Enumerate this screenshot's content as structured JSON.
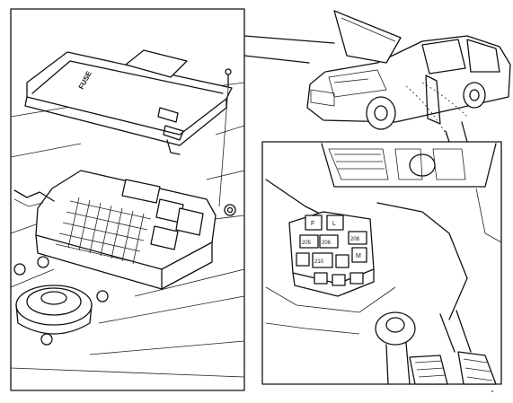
{
  "diagram": {
    "cover_label": "FUSE",
    "relay_labels": {
      "f": "F",
      "l": "L",
      "r205": "205",
      "r206": "206",
      "r208": "208",
      "r210": "210",
      "m": "M"
    }
  }
}
